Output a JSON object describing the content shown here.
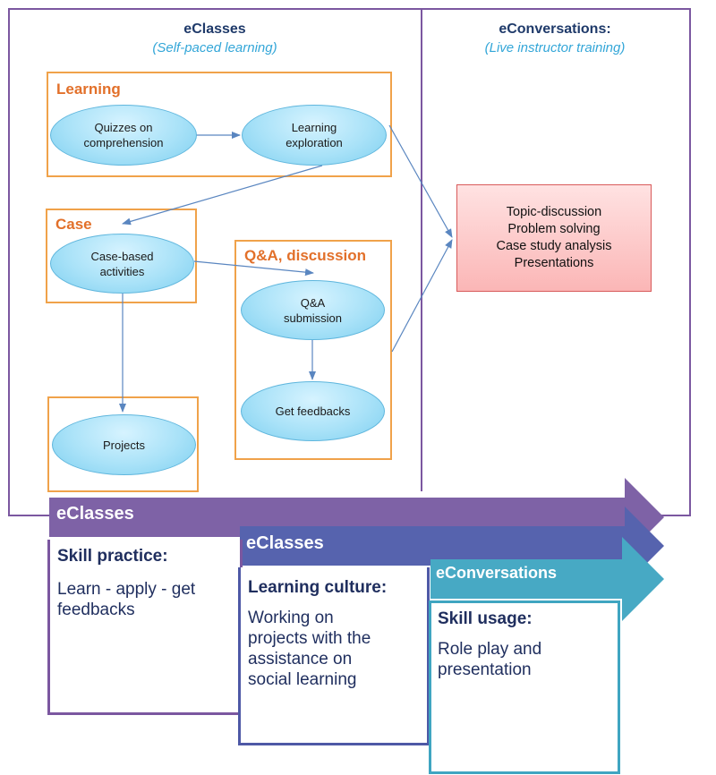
{
  "eclasses_column": {
    "title": "eClasses",
    "subtitle": "(Self-paced learning)"
  },
  "econversations_column": {
    "title": "eConversations:",
    "subtitle": "(Live instructor training)"
  },
  "groups": {
    "learning": "Learning",
    "case": "Case",
    "qa": "Q&A, discussion"
  },
  "nodes": {
    "quizzes": [
      "Quizzes on",
      "comprehension"
    ],
    "exploration": [
      "Learning",
      "exploration"
    ],
    "case_activities": [
      "Case-based",
      "activities"
    ],
    "qa_submission": [
      "Q&A",
      "submission"
    ],
    "feedbacks": [
      "Get feedbacks"
    ],
    "projects": [
      "Projects"
    ]
  },
  "live_box": [
    "Topic-discussion",
    "Problem solving",
    "Case study analysis",
    "Presentations"
  ],
  "bands": [
    {
      "label": "eClasses",
      "color": "#7e62a6"
    },
    {
      "label": "eClasses",
      "color": "#5663ae"
    },
    {
      "label": "eConversations",
      "color": "#47a9c4"
    }
  ],
  "cards": [
    {
      "title": "Skill practice:",
      "body": [
        "Learn - apply - get",
        "feedbacks"
      ],
      "border": "#7b57a0"
    },
    {
      "title": "Learning culture:",
      "body": [
        "Working on",
        "projects with the",
        "assistance on",
        "social learning"
      ],
      "border": "#4e59a6"
    },
    {
      "title": "Skill usage:",
      "body": [
        "Role play and",
        "presentation"
      ],
      "border": "#3fa5c1"
    }
  ]
}
